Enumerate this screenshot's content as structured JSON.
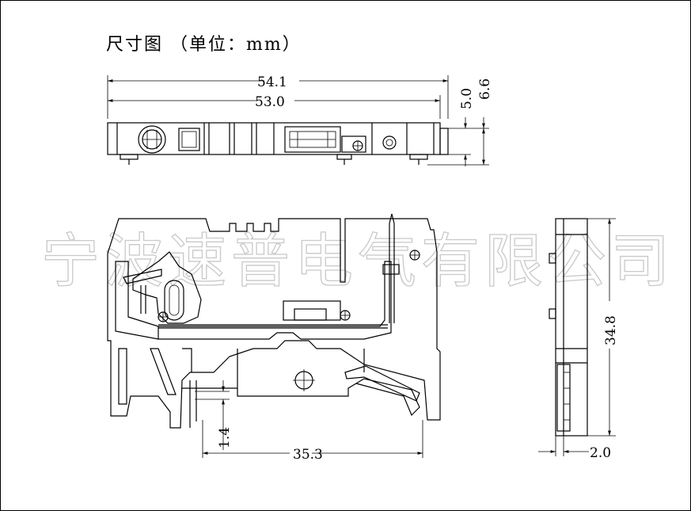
{
  "title": "尺寸图 （单位：mm）",
  "watermark": "宁波速普电气有限公司",
  "dimensions": {
    "total_length": "54.1",
    "base_length": "53.0",
    "height_small": "5.0",
    "height_large": "6.6",
    "rail_offset": "1.4",
    "rail_span": "35.3",
    "side_height": "34.8",
    "side_width": "2.0"
  }
}
